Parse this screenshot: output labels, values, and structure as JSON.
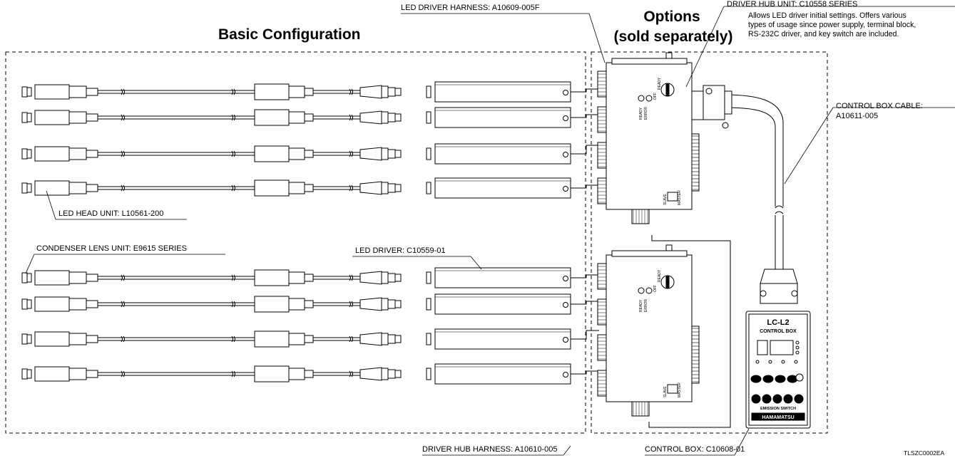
{
  "headings": {
    "basic": "Basic Configuration",
    "options_line1": "Options",
    "options_line2": "(sold separately)"
  },
  "labels": {
    "led_driver_harness": "LED DRIVER HARNESS: A10609-005F",
    "driver_hub_unit": "DRIVER HUB UNIT: C10558 SERIES",
    "driver_hub_desc_1": "Allows LED driver initial settings. Offers various",
    "driver_hub_desc_2": "types of usage since power supply, terminal block,",
    "driver_hub_desc_3": "RS-232C driver, and key switch are included.",
    "control_box_cable_1": "CONTROL BOX CABLE:",
    "control_box_cable_2": "A10611-005",
    "led_head_unit": "LED HEAD UNIT: L10561-200",
    "condenser_lens": "CONDENSER LENS UNIT: E9615 SERIES",
    "led_driver": "LED DRIVER: C10559-01",
    "driver_hub_harness": "DRIVER HUB HARNESS: A10610-005",
    "control_box": "CONTROL BOX: C10608-01",
    "figure_code": "TLSZC0002EA"
  },
  "hub": {
    "ready": "READY",
    "error": "ERROR",
    "off": "OFF",
    "slave": "SLAVE",
    "master": "MASTER"
  },
  "control_box_panel": {
    "model": "LC-L2",
    "title": "CONTROL BOX",
    "brand": "HAMAMATSU",
    "emission": "EMISSION SWITCH"
  },
  "colors": {
    "line": "#000000",
    "background": "#ffffff"
  }
}
